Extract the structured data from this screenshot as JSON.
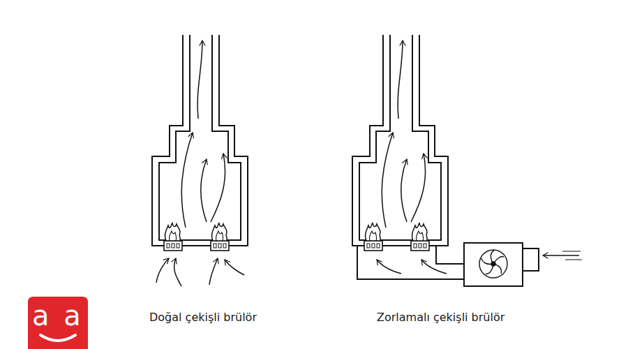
{
  "diagram": {
    "labels": [
      "Doğal çekişli brülör",
      "Zorlamalı çekişli brülör",
      "a a"
    ]
  }
}
